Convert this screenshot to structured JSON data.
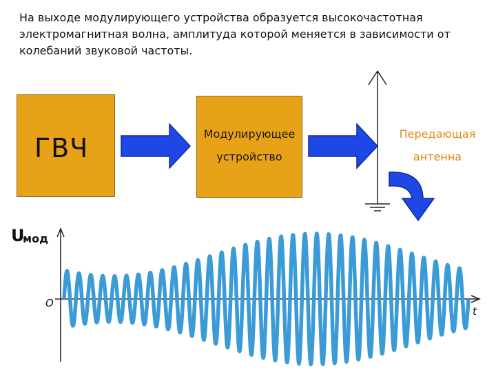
{
  "intro_text": "На выходе модулирующего устройства образуется высокочастотная электромагнитная волна, амплитуда которой меняется в зависимости от колебаний звуковой частоты.",
  "blocks": {
    "generator": {
      "label": "ГВЧ"
    },
    "modulator": {
      "line1": "Модулирующее",
      "line2": "устройство"
    },
    "antenna": {
      "line1": "Передающая",
      "line2": "антенна"
    }
  },
  "colors": {
    "block_fill": "#e8a217",
    "arrow_blue": "#1e47e6",
    "antenna_label": "#e08a16",
    "wave": "#3a9bd6"
  },
  "icons": [
    "right-arrow-icon",
    "antenna-icon",
    "ground-icon",
    "curved-down-arrow-icon"
  ],
  "chart_data": {
    "type": "line",
    "ylabel_main": "U",
    "ylabel_sub": "мод",
    "origin_label": "O",
    "xlabel": "t",
    "carrier_cycles": 34,
    "envelope": {
      "min_amplitude": 0.35,
      "max_amplitude": 1.0,
      "shape": "cosine",
      "cycles": 1
    },
    "ylim": [
      -1,
      1
    ],
    "grid": false
  }
}
